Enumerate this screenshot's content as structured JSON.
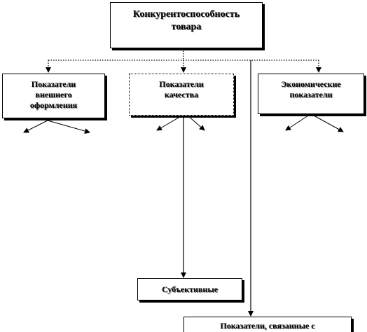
{
  "diagram": {
    "top_box": {
      "label": "Конкурентоспособность\nтовара"
    },
    "external_box": {
      "label": "Показатели\nвнешнего\nоформления"
    },
    "quality_box": {
      "label": "Показатели\nкачества"
    },
    "economic_box": {
      "label": "Экономические\nпоказатели"
    },
    "subjective_box": {
      "label": "Субъективные"
    },
    "related_box": {
      "label": "Показатели, связанные с"
    }
  }
}
